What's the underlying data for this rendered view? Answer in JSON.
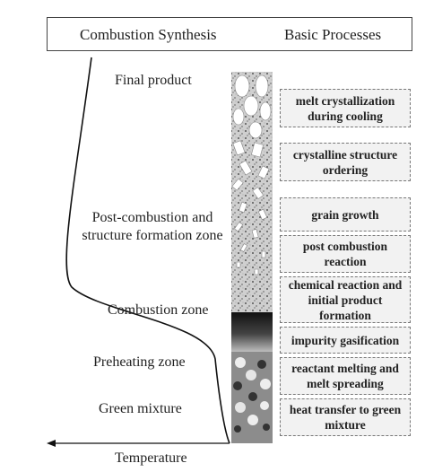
{
  "header": {
    "left_title": "Combustion Synthesis",
    "right_title": "Basic Processes"
  },
  "zones": {
    "final": "Final product",
    "post_combustion": "Post-combustion and structure formation zone",
    "combustion": "Combustion zone",
    "preheating": "Preheating zone",
    "green": "Green mixture"
  },
  "processes": [
    "melt crystallization during cooling",
    "crystalline structure ordering",
    "grain growth",
    "post combustion reaction",
    "chemical reaction and initial product formation",
    "impurity gasification",
    "reactant melting and melt spreading",
    "heat transfer to green mixture"
  ],
  "axis": {
    "x_label": "Temperature"
  }
}
